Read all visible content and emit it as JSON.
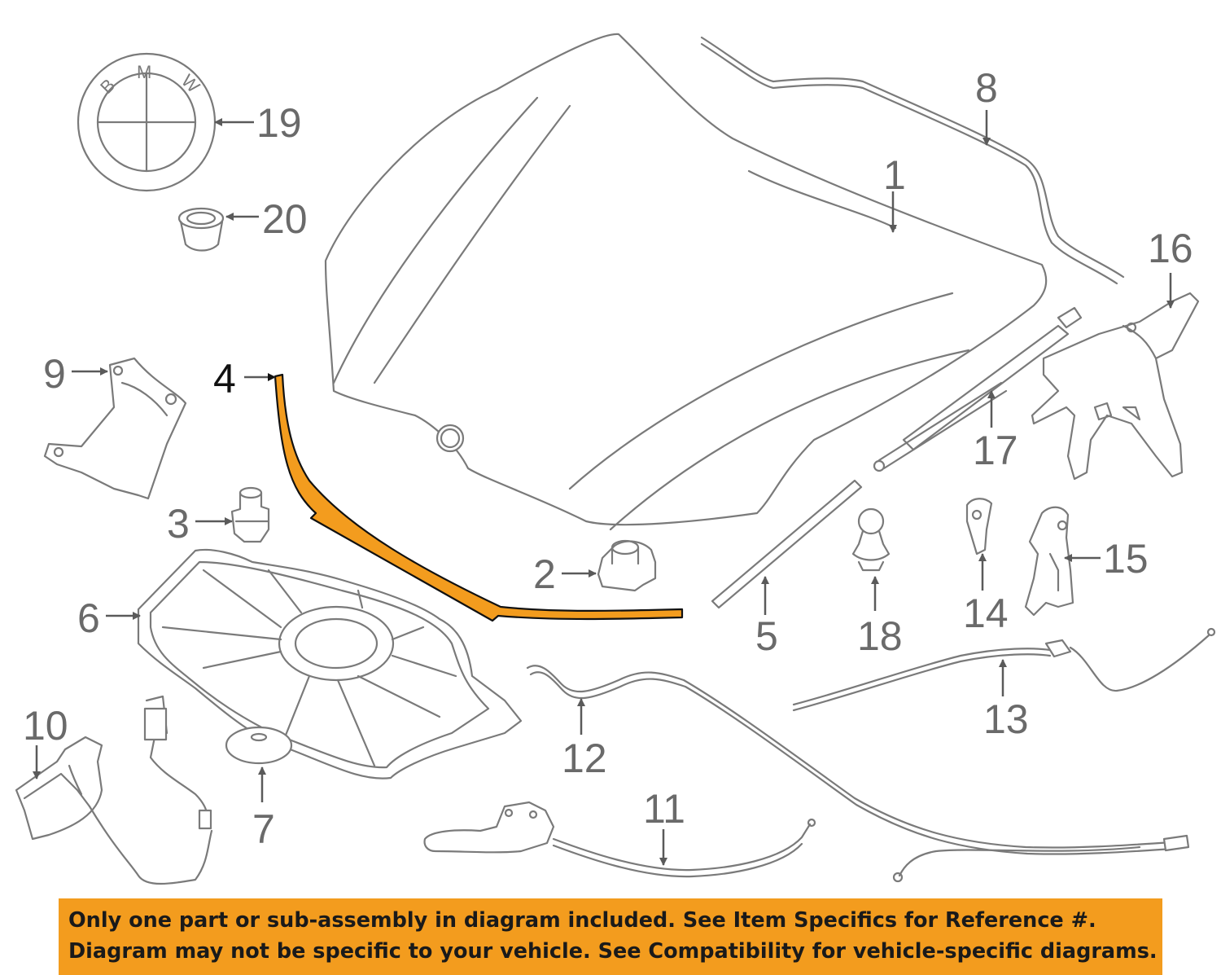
{
  "callouts": {
    "c1": "1",
    "c2": "2",
    "c3": "3",
    "c4": "4",
    "c5": "5",
    "c6": "6",
    "c7": "7",
    "c8": "8",
    "c9": "9",
    "c10": "10",
    "c11": "11",
    "c12": "12",
    "c13": "13",
    "c14": "14",
    "c15": "15",
    "c16": "16",
    "c17": "17",
    "c18": "18",
    "c19": "19",
    "c20": "20"
  },
  "emblem": {
    "letters": [
      "B",
      "M",
      "W"
    ]
  },
  "highlight": {
    "part": "4",
    "color": "#f39c1e"
  },
  "notice": {
    "line1": "Only one part or sub-assembly in diagram included. See Item Specifics for Reference #.",
    "line2": "Diagram may not be specific to your vehicle. See Compatibility for vehicle-specific diagrams.",
    "background": "#f39c1e"
  }
}
